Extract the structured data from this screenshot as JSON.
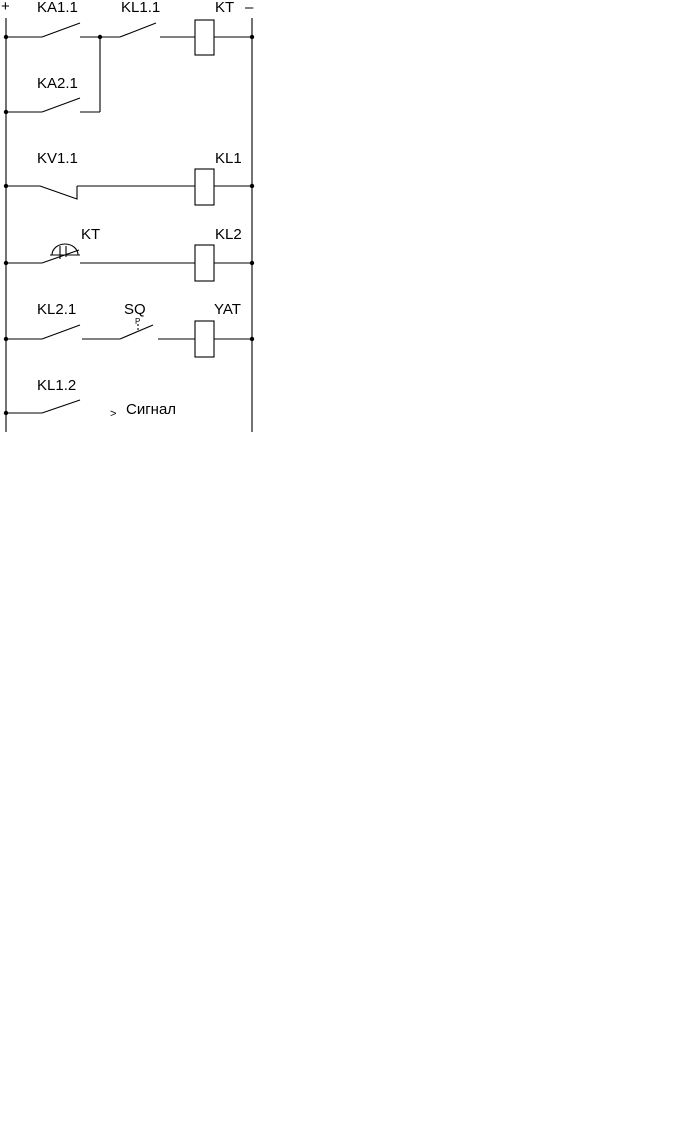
{
  "rails": {
    "positive": "+",
    "negative": "–"
  },
  "contacts": {
    "ka1_1": "KA1.1",
    "kl1_1": "KL1.1",
    "ka2_1": "KA2.1",
    "kv1_1": "KV1.1",
    "kt_timed": "KT",
    "kl2_1": "KL2.1",
    "sq": "SQ",
    "sq_mark": "P",
    "kl1_2": "KL1.2"
  },
  "coils": {
    "kt": "KT",
    "kl1": "KL1",
    "kl2": "KL2",
    "yat": "YAT"
  },
  "signal": {
    "arrow": ">",
    "label": "Сигнал"
  }
}
